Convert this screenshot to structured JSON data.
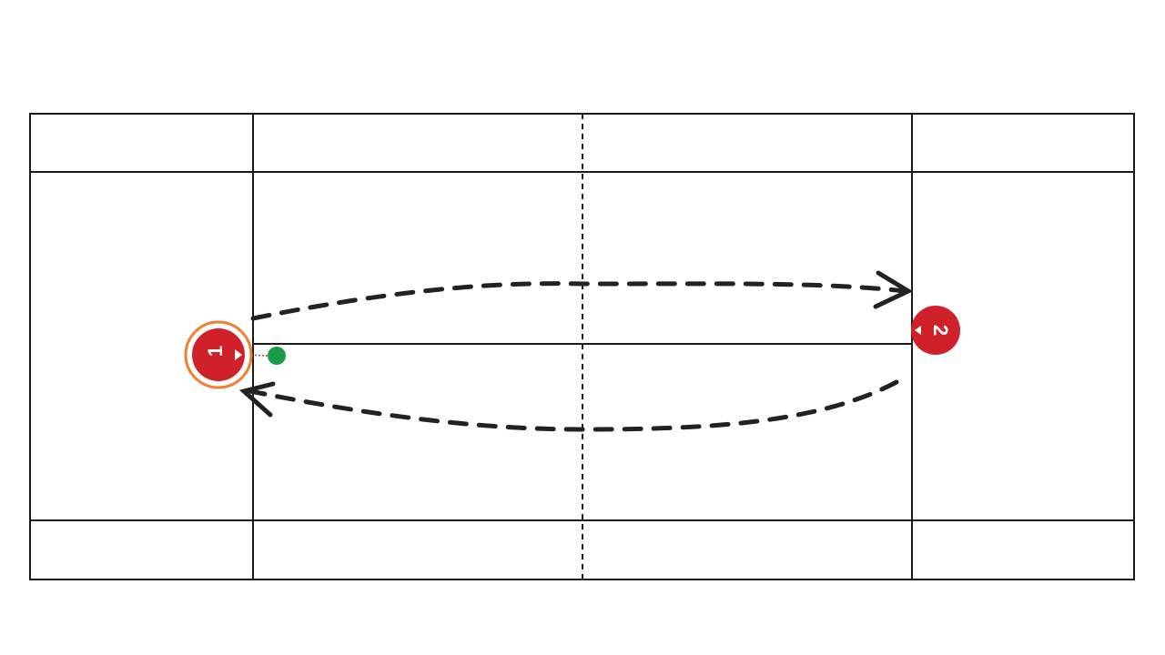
{
  "diagram": {
    "type": "badminton-court-drill",
    "players": [
      {
        "id": "player-1",
        "label": "1",
        "color": "#d0202a",
        "highlighted": true,
        "highlight_color": "#f08030"
      },
      {
        "id": "player-2",
        "label": "2",
        "color": "#d0202a",
        "highlighted": false
      }
    ],
    "shuttle": {
      "color": "#1a9a4a"
    },
    "paths": [
      {
        "from": "player-1",
        "to": "player-2",
        "style": "dashed",
        "arrow": "end"
      },
      {
        "from": "player-2",
        "to": "player-1",
        "style": "dashed",
        "arrow": "end"
      }
    ],
    "colors": {
      "court_lines": "#1a1a1a",
      "path": "#222222"
    }
  }
}
